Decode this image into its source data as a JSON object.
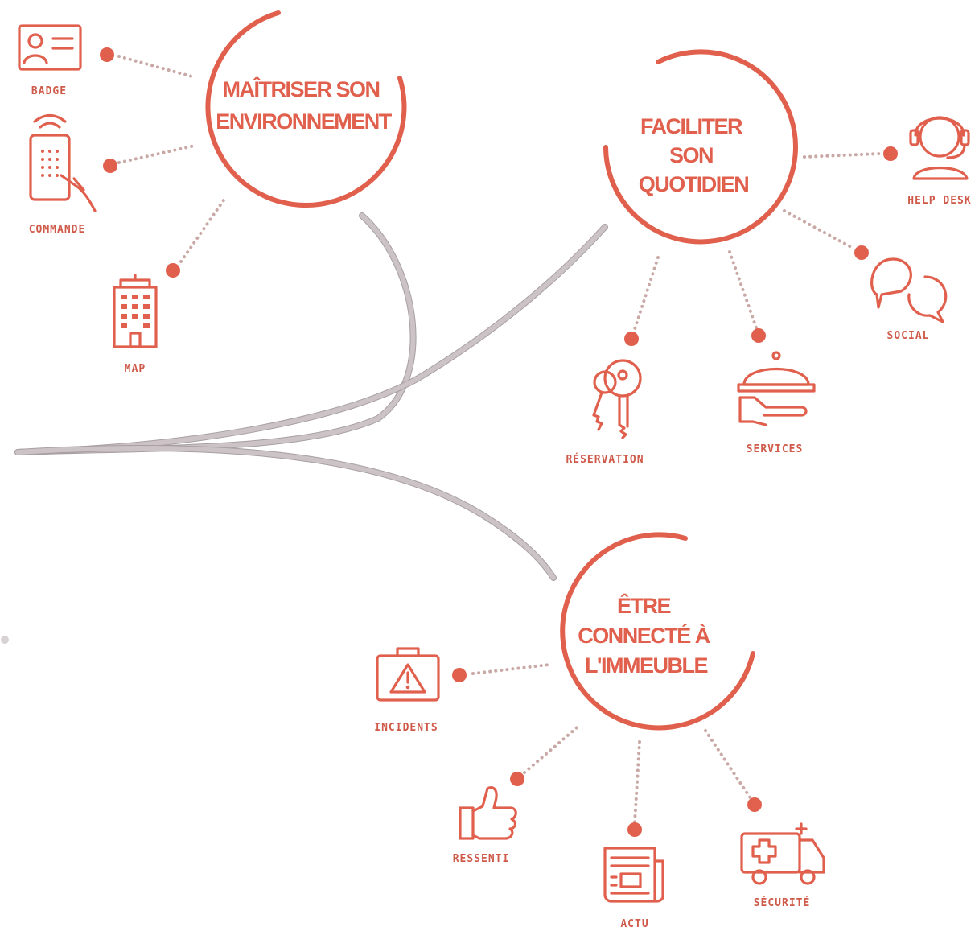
{
  "hubs": {
    "environnement": {
      "line1": "MAÎTRISER SON",
      "line2": "ENVIRONNEMENT"
    },
    "quotidien": {
      "line1": "FACILITER",
      "line2": "SON",
      "line3": "QUOTIDIEN"
    },
    "immeuble": {
      "line1": "ÊTRE",
      "line2": "CONNECTÉ À",
      "line3": "L'IMMEUBLE"
    }
  },
  "features": {
    "badge": "BADGE",
    "commande": "COMMANDE",
    "map": "MAP",
    "help_desk": "HELP DESK",
    "social": "SOCIAL",
    "reservation": "RÉSERVATION",
    "services": "SERVICES",
    "incidents": "INCIDENTS",
    "ressenti": "RESSENTI",
    "actu": "ACTU",
    "securite": "SÉCURITÉ"
  },
  "icons": {
    "badge": "id-card-icon",
    "commande": "remote-control-icon",
    "map": "building-icon",
    "help_desk": "headset-agent-icon",
    "social": "chat-bubbles-icon",
    "reservation": "keys-icon",
    "services": "serving-cloche-icon",
    "incidents": "warning-kit-icon",
    "ressenti": "thumbs-up-icon",
    "actu": "newspaper-icon",
    "securite": "ambulance-icon"
  },
  "colors": {
    "accent": "#e0604d",
    "branch": "#cbc3c6",
    "connector": "#c9a9a5"
  }
}
